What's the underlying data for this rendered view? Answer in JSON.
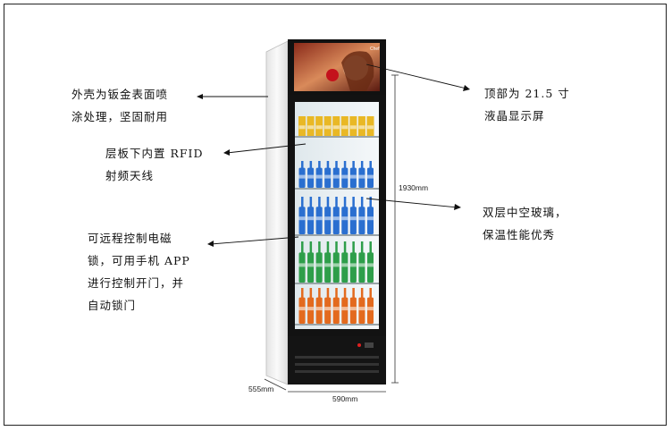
{
  "callouts": {
    "shell": {
      "lines": [
        "外壳为钣金表面喷",
        "涂处理，坚固耐用"
      ]
    },
    "rfid": {
      "lines": [
        "层板下内置 RFID",
        "射频天线"
      ]
    },
    "lock": {
      "lines": [
        "可远程控制电磁",
        "锁，可用手机 APP",
        "进行控制开门，并",
        "自动锁门"
      ]
    },
    "screen": {
      "lines": [
        "顶部为 21.5 寸",
        "液晶显示屏"
      ]
    },
    "glass": {
      "lines": [
        "双层中空玻璃，",
        "保温性能优秀"
      ]
    }
  },
  "dimensions": {
    "height": "1930mm",
    "width": "590mm",
    "depth": "555mm"
  },
  "colors": {
    "cabinet_body": "#f2f2f2",
    "cabinet_frame": "#111111",
    "shelf_bottles_green": "#2e9e4a",
    "shelf_bottles_blue": "#2a6fd0",
    "shelf_bottles_orange": "#e36a1e",
    "shelf_cans_yellow": "#e9b825"
  }
}
